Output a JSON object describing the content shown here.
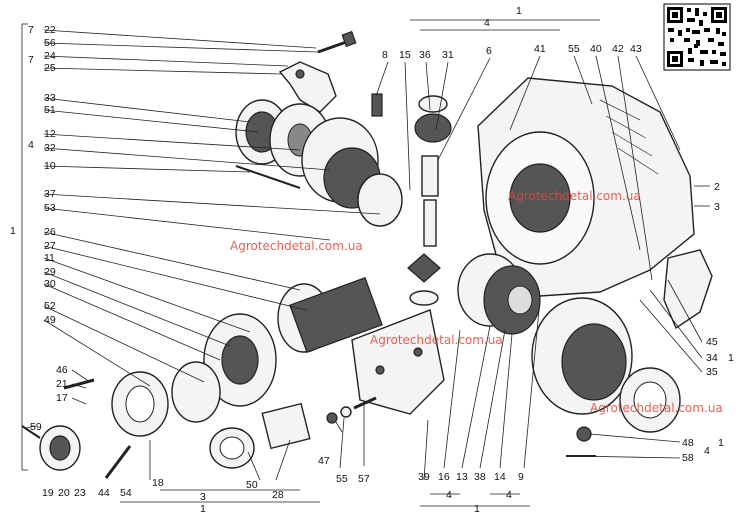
{
  "watermarks": [
    "Agrotechdetal.com.ua",
    "Agrotechdetal.com.ua",
    "Agrotechdetal.com.ua",
    "Agrotechdetal.com.ua"
  ],
  "callouts": {
    "n22": "22",
    "n56": "56",
    "n24": "24",
    "n25": "25",
    "n7a": "7",
    "n7b": "7",
    "n33": "33",
    "n51": "51",
    "n12": "12",
    "n32": "32",
    "n4a": "4",
    "n10": "10",
    "n37": "37",
    "n53": "53",
    "n26": "26",
    "n27": "27",
    "n11": "11",
    "n29": "29",
    "n30": "30",
    "n52": "52",
    "n49": "49",
    "n1a": "1",
    "n46": "46",
    "n21": "21",
    "n17": "17",
    "n59": "59",
    "n19": "19",
    "n20": "20",
    "n23": "23",
    "n44": "44",
    "n54": "54",
    "n18": "18",
    "n50": "50",
    "n28": "28",
    "n3a": "3",
    "n1b": "1",
    "n47": "47",
    "n55b": "55",
    "n57": "57",
    "n8": "8",
    "n15": "15",
    "n36": "36",
    "n31": "31",
    "n6": "6",
    "n41": "41",
    "n55": "55",
    "n40": "40",
    "n42": "42",
    "n43": "43",
    "n4top": "4",
    "n1top": "1",
    "n2": "2",
    "n3": "3",
    "n45": "45",
    "n34": "34",
    "n35": "35",
    "n1c": "1",
    "n48": "48",
    "n58": "58",
    "n4b": "4",
    "n1d": "1",
    "n39": "39",
    "n16": "16",
    "n13": "13",
    "n38": "38",
    "n14": "14",
    "n9": "9",
    "n4c": "4",
    "n4d": "4",
    "n1e": "1"
  },
  "qr": {
    "caption": ""
  }
}
